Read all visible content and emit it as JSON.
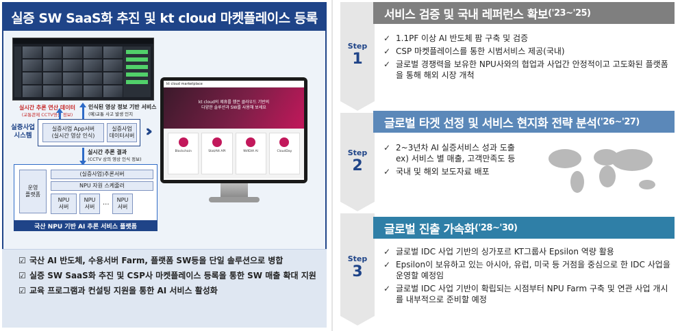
{
  "left": {
    "title": "실증 SW SaaS화 추진 및 kt cloud 마켓플레이스 등록",
    "realtime_label": "실시간 추론 연산 데이터",
    "realtime_sub": "(교통관제 CCTV영상 정보)",
    "service_label": "인식된 영상 정보 기반 서비스",
    "service_sub": "(예)교통 사고 발생 인지",
    "system_label": "실증사업\n시스템",
    "app_server": "실증사업 App서버\n(실시간 영상 인식)",
    "data_server": "실증사업\n데이터서버",
    "result_label": "실시간 추론 결과",
    "result_sub": "(CCTV 상의 영상 인식 정보)",
    "ops_label": "운영\n플랫폼",
    "inference_server": "(실증사업)추론서버",
    "npu_scheduler": "NPU 자원 스케줄러",
    "npu_server": "NPU\n서버",
    "ellipsis": "...",
    "platform_caption": "국산 NPU 기반 AI 추론 서비스 플랫폼",
    "marketplace_logo": "kt cloud marketplace",
    "hero_text": "kt cloud의 제휴를 했은 클라우드 기반의\n다양한 솔루션과 SW를 사용해 보세요",
    "cards": [
      "Blockchain",
      "Stat/Alt API",
      "NVIDIA AI",
      "CloudDay"
    ],
    "bullets": [
      "국산 AI 반도체, 수용서버 Farm, 플랫폼 SW등을 단일 솔루션으로 병합",
      "실증 SW SaaS화 추진 및 CSP사 마켓플레이스 등록을 통한 SW 매출 확대 지원",
      "교육 프로그램과 컨설팅 지원을 통한 AI 서비스 활성화"
    ],
    "checkbox_glyph": "☑"
  },
  "steps": [
    {
      "step_label": "Step",
      "number": "1",
      "title": "서비스 검증 및 국내 레퍼런스 확보",
      "years": "('23~'25)",
      "color": "#7f7f7f",
      "items": [
        "1.1PF 이상 AI 반도체 팜 구축 및 검증",
        "CSP 마켓플레이스를 통한 시범서비스 제공(국내)",
        "글로벌 경쟁력을 보유한 NPU사와의 협업과 사업간 안정적이고 고도화된 플랫폼을 통해 해외 시장 개척"
      ]
    },
    {
      "step_label": "Step",
      "number": "2",
      "title": "글로벌 타겟 선정 및 서비스 현지화 전략 분석",
      "years": "('26~'27)",
      "color": "#5b88b9",
      "items": [
        "2~3년차 AI 실증서비스 성과 도출\nex) 서비스 별 매출, 고객만족도 등",
        "국내 및 해외 보도자료 배포"
      ]
    },
    {
      "step_label": "Step",
      "number": "3",
      "title": "글로벌 진출 가속화",
      "years": "('28~'30)",
      "color": "#2f7fa7",
      "items": [
        "글로벌 IDC 사업 기반의 싱가포르 KT그룹사 Epsilon 역량 활용",
        "Epsilon이 보유하고 있는 아시아, 유럽, 미국 등 거점을 중심으로 한 IDC 사업을 운영할 예정임",
        "글로벌 IDC 사업 기반이 확립되는 시점부터 NPU Farm 구축 및 연관 사업 개시를 내부적으로 준비할 예정"
      ]
    }
  ],
  "check_glyph": "✓"
}
